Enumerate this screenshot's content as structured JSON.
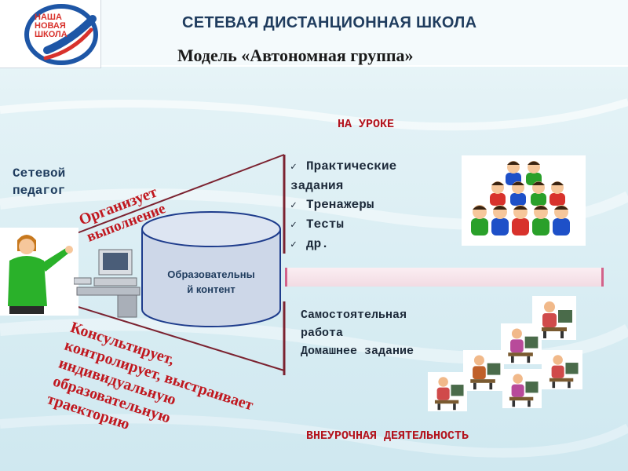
{
  "logo": {
    "lines": [
      "НАША",
      "НОВАЯ",
      "ШКОЛА"
    ]
  },
  "header": {
    "title": "СЕТЕВАЯ ДИСТАНЦИОННАЯ ШКОЛА",
    "subtitle": "Модель «Автономная группа»"
  },
  "lesson": {
    "heading": "НА УРОКЕ",
    "items": [
      "Практические",
      "задания",
      "Тренажеры",
      "Тесты",
      "др."
    ]
  },
  "teacher": {
    "label_line1": "Сетевой",
    "label_line2": "педагог",
    "organize_line1": "Организует",
    "organize_line2": "выполнение",
    "consult_lines": [
      "Консультирует,",
      "контролирует, выстраивает",
      "индивидуальную",
      "образовательную",
      "траекторию"
    ]
  },
  "content_box": {
    "line1": "Образовательны",
    "line2": "й контент"
  },
  "independent": {
    "line1": "Самостоятельная",
    "line2": "работа",
    "line3": "Домашнее задание"
  },
  "extracurricular": {
    "label": "ВНЕУРОЧНАЯ ДЕЯТЕЛЬНОСТЬ"
  },
  "colors": {
    "title": "#1f3c5e",
    "accent_red": "#b3141e",
    "text_dark": "#1d2a3a",
    "line": "#7b2230"
  },
  "icons": [
    "logo-emblem-icon",
    "teacher-figure-icon",
    "computer-icon",
    "database-cylinder-icon",
    "children-group-icon",
    "student-at-computer-icon",
    "scroll-banner-icon",
    "checkmark-icon"
  ]
}
